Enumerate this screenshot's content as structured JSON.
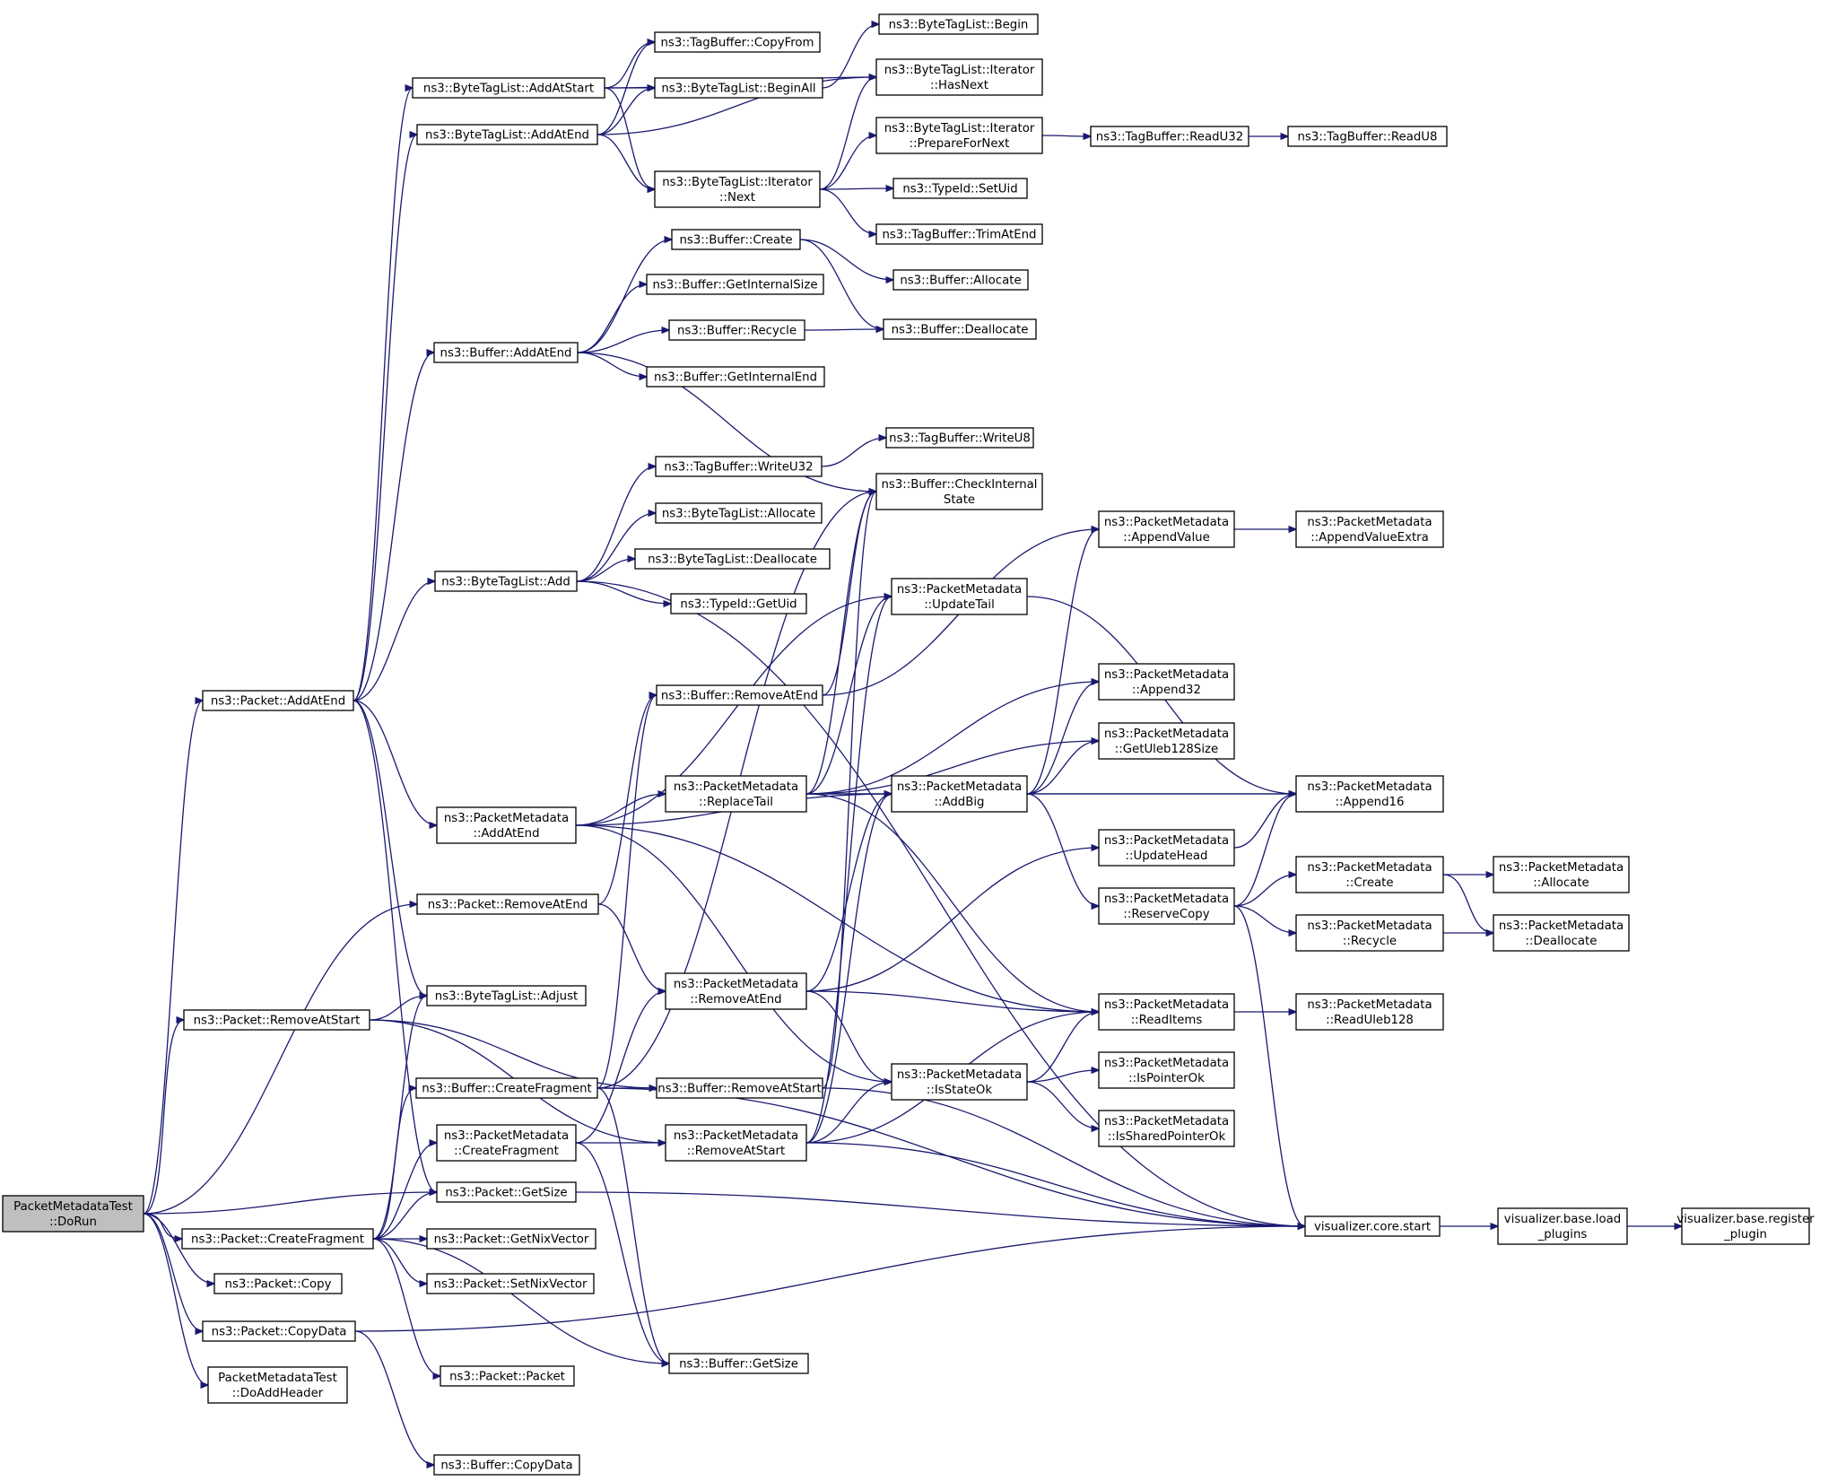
{
  "graph": {
    "type": "call-graph",
    "colors": {
      "edge": "#191970",
      "root_fill": "#bfbfbf",
      "node_fill": "#ffffff",
      "node_border": "#000000"
    },
    "root": "n0",
    "nodes": [
      {
        "id": "n0",
        "lines": [
          "PacketMetadataTest",
          "::DoRun"
        ]
      },
      {
        "id": "n1",
        "lines": [
          "ns3::Packet::AddAtEnd"
        ]
      },
      {
        "id": "n2",
        "lines": [
          "ns3::ByteTagList::AddAtStart"
        ]
      },
      {
        "id": "n3",
        "lines": [
          "ns3::ByteTagList::AddAtEnd"
        ]
      },
      {
        "id": "n4",
        "lines": [
          "ns3::TagBuffer::CopyFrom"
        ]
      },
      {
        "id": "n5",
        "lines": [
          "ns3::ByteTagList::BeginAll"
        ]
      },
      {
        "id": "n6",
        "lines": [
          "ns3::ByteTagList::Begin"
        ]
      },
      {
        "id": "n7",
        "lines": [
          "ns3::ByteTagList::Iterator",
          "::HasNext"
        ]
      },
      {
        "id": "n8",
        "lines": [
          "ns3::ByteTagList::Iterator",
          "::Next"
        ]
      },
      {
        "id": "n9",
        "lines": [
          "ns3::ByteTagList::Iterator",
          "::PrepareForNext"
        ]
      },
      {
        "id": "n10",
        "lines": [
          "ns3::TagBuffer::ReadU32"
        ]
      },
      {
        "id": "n11",
        "lines": [
          "ns3::TagBuffer::ReadU8"
        ]
      },
      {
        "id": "n12",
        "lines": [
          "ns3::TypeId::SetUid"
        ]
      },
      {
        "id": "n13",
        "lines": [
          "ns3::TagBuffer::TrimAtEnd"
        ]
      },
      {
        "id": "n14",
        "lines": [
          "ns3::Buffer::Create"
        ]
      },
      {
        "id": "n15",
        "lines": [
          "ns3::Buffer::Allocate"
        ]
      },
      {
        "id": "n16",
        "lines": [
          "ns3::Buffer::GetInternalSize"
        ]
      },
      {
        "id": "n17",
        "lines": [
          "ns3::Buffer::AddAtEnd"
        ]
      },
      {
        "id": "n18",
        "lines": [
          "ns3::Buffer::Recycle"
        ]
      },
      {
        "id": "n19",
        "lines": [
          "ns3::Buffer::Deallocate"
        ]
      },
      {
        "id": "n20",
        "lines": [
          "ns3::Buffer::GetInternalEnd"
        ]
      },
      {
        "id": "n21",
        "lines": [
          "ns3::TagBuffer::WriteU8"
        ]
      },
      {
        "id": "n22",
        "lines": [
          "ns3::TagBuffer::WriteU32"
        ]
      },
      {
        "id": "n23",
        "lines": [
          "ns3::Buffer::CheckInternal",
          "State"
        ]
      },
      {
        "id": "n24",
        "lines": [
          "ns3::ByteTagList::Allocate"
        ]
      },
      {
        "id": "n25",
        "lines": [
          "ns3::ByteTagList::Deallocate"
        ]
      },
      {
        "id": "n26",
        "lines": [
          "ns3::ByteTagList::Add"
        ]
      },
      {
        "id": "n27",
        "lines": [
          "ns3::TypeId::GetUid"
        ]
      },
      {
        "id": "n28",
        "lines": [
          "ns3::PacketMetadata",
          "::AppendValue"
        ]
      },
      {
        "id": "n29",
        "lines": [
          "ns3::PacketMetadata",
          "::AppendValueExtra"
        ]
      },
      {
        "id": "n30",
        "lines": [
          "ns3::PacketMetadata",
          "::UpdateTail"
        ]
      },
      {
        "id": "n31",
        "lines": [
          "ns3::Buffer::RemoveAtEnd"
        ]
      },
      {
        "id": "n32",
        "lines": [
          "ns3::PacketMetadata",
          "::Append32"
        ]
      },
      {
        "id": "n33",
        "lines": [
          "ns3::PacketMetadata",
          "::GetUleb128Size"
        ]
      },
      {
        "id": "n34",
        "lines": [
          "ns3::PacketMetadata",
          "::ReplaceTail"
        ]
      },
      {
        "id": "n35",
        "lines": [
          "ns3::PacketMetadata",
          "::AddBig"
        ]
      },
      {
        "id": "n36",
        "lines": [
          "ns3::PacketMetadata",
          "::Append16"
        ]
      },
      {
        "id": "n37",
        "lines": [
          "ns3::PacketMetadata",
          "::AddAtEnd"
        ]
      },
      {
        "id": "n38",
        "lines": [
          "ns3::PacketMetadata",
          "::UpdateHead"
        ]
      },
      {
        "id": "n39",
        "lines": [
          "ns3::PacketMetadata",
          "::ReserveCopy"
        ]
      },
      {
        "id": "n40",
        "lines": [
          "ns3::PacketMetadata",
          "::Create"
        ]
      },
      {
        "id": "n41",
        "lines": [
          "ns3::PacketMetadata",
          "::Allocate"
        ]
      },
      {
        "id": "n42",
        "lines": [
          "ns3::PacketMetadata",
          "::Recycle"
        ]
      },
      {
        "id": "n43",
        "lines": [
          "ns3::PacketMetadata",
          "::Deallocate"
        ]
      },
      {
        "id": "n44",
        "lines": [
          "ns3::Packet::RemoveAtEnd"
        ]
      },
      {
        "id": "n45",
        "lines": [
          "ns3::PacketMetadata",
          "::RemoveAtEnd"
        ]
      },
      {
        "id": "n46",
        "lines": [
          "ns3::PacketMetadata",
          "::ReadItems"
        ]
      },
      {
        "id": "n47",
        "lines": [
          "ns3::PacketMetadata",
          "::ReadUleb128"
        ]
      },
      {
        "id": "n48",
        "lines": [
          "ns3::Packet::RemoveAtStart"
        ]
      },
      {
        "id": "n49",
        "lines": [
          "ns3::ByteTagList::Adjust"
        ]
      },
      {
        "id": "n50",
        "lines": [
          "ns3::Buffer::CreateFragment"
        ]
      },
      {
        "id": "n51",
        "lines": [
          "ns3::Buffer::RemoveAtStart"
        ]
      },
      {
        "id": "n52",
        "lines": [
          "ns3::PacketMetadata",
          "::IsStateOk"
        ]
      },
      {
        "id": "n53",
        "lines": [
          "ns3::PacketMetadata",
          "::IsPointerOk"
        ]
      },
      {
        "id": "n54",
        "lines": [
          "ns3::PacketMetadata",
          "::CreateFragment"
        ]
      },
      {
        "id": "n55",
        "lines": [
          "ns3::PacketMetadata",
          "::RemoveAtStart"
        ]
      },
      {
        "id": "n56",
        "lines": [
          "ns3::PacketMetadata",
          "::IsSharedPointerOk"
        ]
      },
      {
        "id": "n57",
        "lines": [
          "ns3::Packet::GetSize"
        ]
      },
      {
        "id": "n58",
        "lines": [
          "visualizer.core.start"
        ]
      },
      {
        "id": "n59",
        "lines": [
          "visualizer.base.load",
          "_plugins"
        ]
      },
      {
        "id": "n60",
        "lines": [
          "visualizer.base.register",
          "_plugin"
        ]
      },
      {
        "id": "n61",
        "lines": [
          "ns3::Packet::CreateFragment"
        ]
      },
      {
        "id": "n62",
        "lines": [
          "ns3::Packet::GetNixVector"
        ]
      },
      {
        "id": "n63",
        "lines": [
          "ns3::Packet::SetNixVector"
        ]
      },
      {
        "id": "n64",
        "lines": [
          "ns3::Packet::Copy"
        ]
      },
      {
        "id": "n65",
        "lines": [
          "ns3::Packet::CopyData"
        ]
      },
      {
        "id": "n66",
        "lines": [
          "ns3::Buffer::GetSize"
        ]
      },
      {
        "id": "n67",
        "lines": [
          "ns3::Packet::Packet"
        ]
      },
      {
        "id": "n68",
        "lines": [
          "PacketMetadataTest",
          "::DoAddHeader"
        ]
      },
      {
        "id": "n69",
        "lines": [
          "ns3::Buffer::CopyData"
        ]
      }
    ],
    "edges": [
      [
        "n0",
        "n1"
      ],
      [
        "n0",
        "n44"
      ],
      [
        "n0",
        "n48"
      ],
      [
        "n0",
        "n57"
      ],
      [
        "n0",
        "n61"
      ],
      [
        "n0",
        "n64"
      ],
      [
        "n0",
        "n65"
      ],
      [
        "n0",
        "n68"
      ],
      [
        "n1",
        "n2"
      ],
      [
        "n1",
        "n3"
      ],
      [
        "n1",
        "n17"
      ],
      [
        "n1",
        "n26"
      ],
      [
        "n1",
        "n37"
      ],
      [
        "n1",
        "n49"
      ],
      [
        "n1",
        "n57"
      ],
      [
        "n2",
        "n4"
      ],
      [
        "n2",
        "n5"
      ],
      [
        "n2",
        "n7"
      ],
      [
        "n2",
        "n8"
      ],
      [
        "n3",
        "n4"
      ],
      [
        "n3",
        "n5"
      ],
      [
        "n3",
        "n7"
      ],
      [
        "n3",
        "n8"
      ],
      [
        "n5",
        "n6"
      ],
      [
        "n8",
        "n7"
      ],
      [
        "n8",
        "n9"
      ],
      [
        "n8",
        "n12"
      ],
      [
        "n8",
        "n13"
      ],
      [
        "n9",
        "n10"
      ],
      [
        "n10",
        "n11"
      ],
      [
        "n14",
        "n15"
      ],
      [
        "n14",
        "n19"
      ],
      [
        "n17",
        "n14"
      ],
      [
        "n17",
        "n16"
      ],
      [
        "n17",
        "n18"
      ],
      [
        "n17",
        "n20"
      ],
      [
        "n17",
        "n23"
      ],
      [
        "n18",
        "n19"
      ],
      [
        "n22",
        "n21"
      ],
      [
        "n26",
        "n22"
      ],
      [
        "n26",
        "n24"
      ],
      [
        "n26",
        "n25"
      ],
      [
        "n26",
        "n27"
      ],
      [
        "n26",
        "n58"
      ],
      [
        "n28",
        "n29"
      ],
      [
        "n30",
        "n36"
      ],
      [
        "n31",
        "n23"
      ],
      [
        "n31",
        "n28"
      ],
      [
        "n34",
        "n30"
      ],
      [
        "n34",
        "n32"
      ],
      [
        "n34",
        "n33"
      ],
      [
        "n34",
        "n35"
      ],
      [
        "n34",
        "n36"
      ],
      [
        "n34",
        "n46"
      ],
      [
        "n34",
        "n23"
      ],
      [
        "n35",
        "n28"
      ],
      [
        "n35",
        "n32"
      ],
      [
        "n35",
        "n33"
      ],
      [
        "n35",
        "n36"
      ],
      [
        "n35",
        "n39"
      ],
      [
        "n37",
        "n30"
      ],
      [
        "n37",
        "n34"
      ],
      [
        "n37",
        "n35"
      ],
      [
        "n37",
        "n46"
      ],
      [
        "n37",
        "n52"
      ],
      [
        "n38",
        "n36"
      ],
      [
        "n39",
        "n36"
      ],
      [
        "n39",
        "n40"
      ],
      [
        "n39",
        "n42"
      ],
      [
        "n39",
        "n58"
      ],
      [
        "n40",
        "n41"
      ],
      [
        "n40",
        "n43"
      ],
      [
        "n42",
        "n43"
      ],
      [
        "n44",
        "n31"
      ],
      [
        "n44",
        "n45"
      ],
      [
        "n45",
        "n35"
      ],
      [
        "n45",
        "n38"
      ],
      [
        "n45",
        "n46"
      ],
      [
        "n45",
        "n52"
      ],
      [
        "n46",
        "n47"
      ],
      [
        "n48",
        "n49"
      ],
      [
        "n48",
        "n51"
      ],
      [
        "n48",
        "n55"
      ],
      [
        "n50",
        "n23"
      ],
      [
        "n50",
        "n31"
      ],
      [
        "n50",
        "n51"
      ],
      [
        "n50",
        "n66"
      ],
      [
        "n50",
        "n58"
      ],
      [
        "n51",
        "n23"
      ],
      [
        "n51",
        "n58"
      ],
      [
        "n52",
        "n46"
      ],
      [
        "n52",
        "n53"
      ],
      [
        "n52",
        "n56"
      ],
      [
        "n54",
        "n45"
      ],
      [
        "n54",
        "n55"
      ],
      [
        "n54",
        "n66"
      ],
      [
        "n55",
        "n30"
      ],
      [
        "n55",
        "n35"
      ],
      [
        "n55",
        "n46"
      ],
      [
        "n55",
        "n52"
      ],
      [
        "n55",
        "n58"
      ],
      [
        "n57",
        "n58"
      ],
      [
        "n58",
        "n59"
      ],
      [
        "n59",
        "n60"
      ],
      [
        "n61",
        "n49"
      ],
      [
        "n61",
        "n50"
      ],
      [
        "n61",
        "n54"
      ],
      [
        "n61",
        "n57"
      ],
      [
        "n61",
        "n62"
      ],
      [
        "n61",
        "n63"
      ],
      [
        "n61",
        "n66"
      ],
      [
        "n61",
        "n67"
      ],
      [
        "n65",
        "n58"
      ],
      [
        "n65",
        "n69"
      ]
    ]
  }
}
